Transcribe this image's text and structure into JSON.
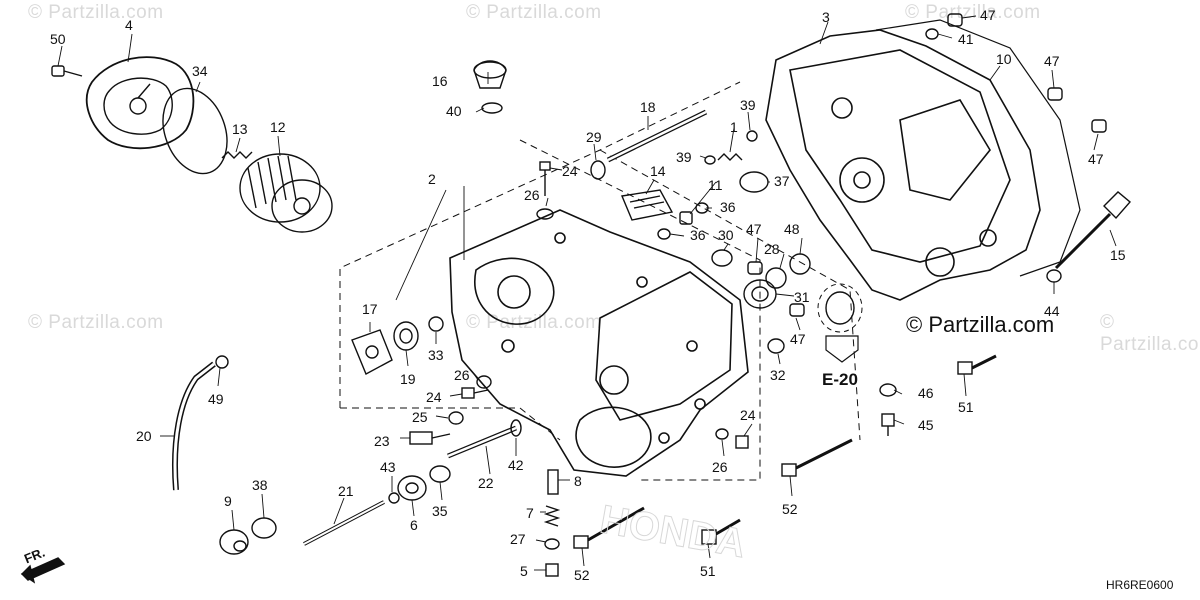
{
  "watermarks": [
    "© Partzilla.com",
    "© Partzilla.com",
    "© Partzilla.com",
    "© Partzilla.com",
    "© Partzilla.com",
    "© Partzilla.com"
  ],
  "brand_label": "© Partzilla.com",
  "reference_label": "E-20",
  "diagram_code": "HR6RE0600",
  "direction_label": "FR.",
  "callouts": [
    {
      "id": "c1",
      "text": "1"
    },
    {
      "id": "c2",
      "text": "2"
    },
    {
      "id": "c3",
      "text": "3"
    },
    {
      "id": "c4",
      "text": "4"
    },
    {
      "id": "c5",
      "text": "5"
    },
    {
      "id": "c6",
      "text": "6"
    },
    {
      "id": "c7",
      "text": "7"
    },
    {
      "id": "c8",
      "text": "8"
    },
    {
      "id": "c9",
      "text": "9"
    },
    {
      "id": "c10",
      "text": "10"
    },
    {
      "id": "c11",
      "text": "11"
    },
    {
      "id": "c12",
      "text": "12"
    },
    {
      "id": "c13",
      "text": "13"
    },
    {
      "id": "c14",
      "text": "14"
    },
    {
      "id": "c15",
      "text": "15"
    },
    {
      "id": "c16",
      "text": "16"
    },
    {
      "id": "c17",
      "text": "17"
    },
    {
      "id": "c18",
      "text": "18"
    },
    {
      "id": "c19",
      "text": "19"
    },
    {
      "id": "c20",
      "text": "20"
    },
    {
      "id": "c21",
      "text": "21"
    },
    {
      "id": "c22",
      "text": "22"
    },
    {
      "id": "c23",
      "text": "23"
    },
    {
      "id": "c24a",
      "text": "24"
    },
    {
      "id": "c24b",
      "text": "24"
    },
    {
      "id": "c24c",
      "text": "24"
    },
    {
      "id": "c25",
      "text": "25"
    },
    {
      "id": "c26a",
      "text": "26"
    },
    {
      "id": "c26b",
      "text": "26"
    },
    {
      "id": "c26c",
      "text": "26"
    },
    {
      "id": "c27",
      "text": "27"
    },
    {
      "id": "c28",
      "text": "28"
    },
    {
      "id": "c29",
      "text": "29"
    },
    {
      "id": "c30",
      "text": "30"
    },
    {
      "id": "c31",
      "text": "31"
    },
    {
      "id": "c32",
      "text": "32"
    },
    {
      "id": "c33",
      "text": "33"
    },
    {
      "id": "c34",
      "text": "34"
    },
    {
      "id": "c35",
      "text": "35"
    },
    {
      "id": "c36a",
      "text": "36"
    },
    {
      "id": "c36b",
      "text": "36"
    },
    {
      "id": "c37",
      "text": "37"
    },
    {
      "id": "c38",
      "text": "38"
    },
    {
      "id": "c39a",
      "text": "39"
    },
    {
      "id": "c39b",
      "text": "39"
    },
    {
      "id": "c40",
      "text": "40"
    },
    {
      "id": "c41",
      "text": "41"
    },
    {
      "id": "c42",
      "text": "42"
    },
    {
      "id": "c43",
      "text": "43"
    },
    {
      "id": "c44",
      "text": "44"
    },
    {
      "id": "c45",
      "text": "45"
    },
    {
      "id": "c46",
      "text": "46"
    },
    {
      "id": "c47a",
      "text": "47"
    },
    {
      "id": "c47b",
      "text": "47"
    },
    {
      "id": "c47c",
      "text": "47"
    },
    {
      "id": "c47d",
      "text": "47"
    },
    {
      "id": "c47e",
      "text": "47"
    },
    {
      "id": "c48",
      "text": "48"
    },
    {
      "id": "c49",
      "text": "49"
    },
    {
      "id": "c50",
      "text": "50"
    },
    {
      "id": "c51a",
      "text": "51"
    },
    {
      "id": "c51b",
      "text": "51"
    },
    {
      "id": "c52a",
      "text": "52"
    },
    {
      "id": "c52b",
      "text": "52"
    }
  ],
  "colors": {
    "ink": "#111111",
    "watermark": "#d9d9d9",
    "background": "#ffffff"
  }
}
